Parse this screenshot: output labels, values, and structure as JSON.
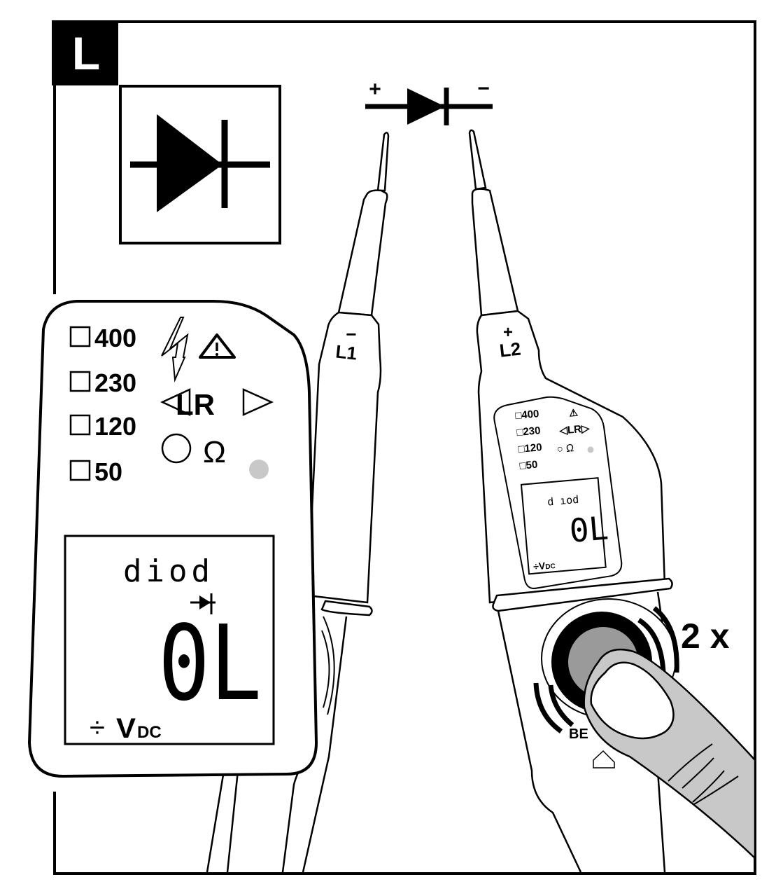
{
  "figure": {
    "section_label": "L",
    "mode_symbol": "diode-symbol",
    "polarity": {
      "anode": "+",
      "cathode": "−"
    },
    "press_count_label": "2 x",
    "colors": {
      "ink": "#000000",
      "paper": "#ffffff",
      "finger_fill": "#c8c8c8",
      "button_fill": "#9a9a9a",
      "led_dot": "#c8c8c8"
    }
  },
  "probes": {
    "left": {
      "polarity_mark": "−",
      "label": "L1"
    },
    "right": {
      "polarity_mark": "+",
      "label": "L2",
      "brand_partial": "BE"
    }
  },
  "display": {
    "voltage_levels": [
      "400",
      "230",
      "120",
      "50"
    ],
    "direction_label": "LR",
    "ohm_symbol": "Ω",
    "lcd": {
      "mode_text": "diod",
      "reading": "0L",
      "unit_prefix": "÷",
      "unit": "V",
      "unit_sub": "DC"
    }
  }
}
